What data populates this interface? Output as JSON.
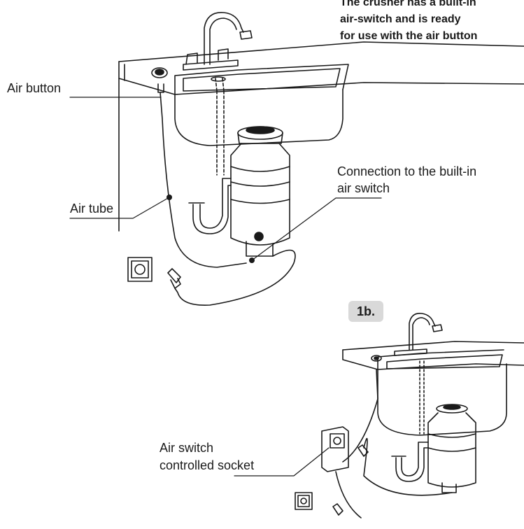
{
  "note": {
    "line1": "The crusher has a built-in",
    "line2": "air-switch and is ready",
    "line3": "for use with the air button"
  },
  "labels": {
    "air_button": "Air button",
    "air_tube": "Air tube",
    "connection_line1": "Connection to the built-in",
    "connection_line2": "air switch",
    "socket_line1": "Air switch",
    "socket_line2": "controlled socket"
  },
  "badge": "1b."
}
